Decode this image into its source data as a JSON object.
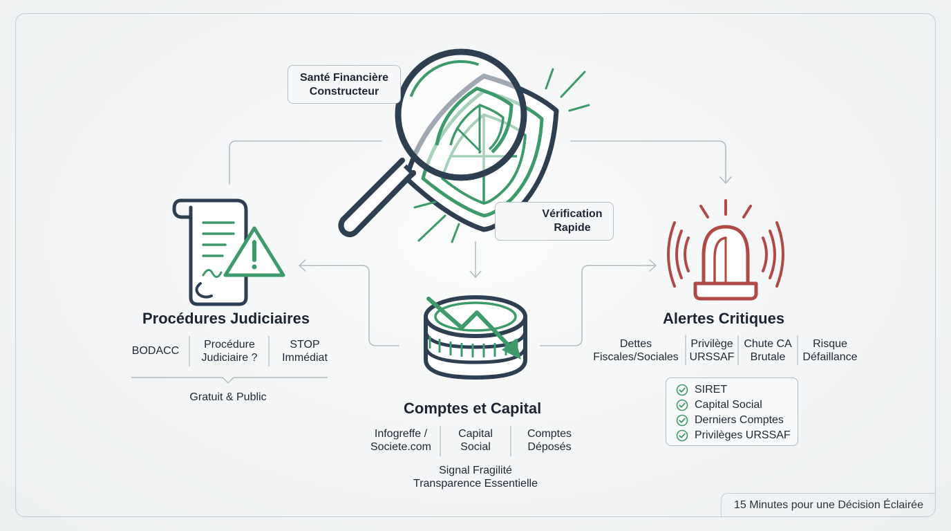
{
  "main_callout": {
    "line1": "Santé Financière",
    "line2": "Constructeur"
  },
  "verify_callout": {
    "line1": "Vérification",
    "line2": "Rapide"
  },
  "procedures": {
    "title": "Procédures Judiciaires",
    "items": [
      {
        "text": "BODACC"
      },
      {
        "line1": "Procédure",
        "line2": "Judiciaire ?"
      },
      {
        "line1": "STOP",
        "line2": "Immédiat"
      }
    ],
    "note": "Gratuit & Public"
  },
  "comptes": {
    "title": "Comptes et Capital",
    "items": [
      {
        "line1": "Infogreffe /",
        "line2": "Societe.com"
      },
      {
        "line1": "Capital",
        "line2": "Social"
      },
      {
        "line1": "Comptes",
        "line2": "Déposés"
      }
    ],
    "note_line1": "Signal Fragilité",
    "note_line2": "Transparence Essentielle"
  },
  "alertes": {
    "title": "Alertes Critiques",
    "items": [
      {
        "line1": "Dettes",
        "line2": "Fiscales/Sociales"
      },
      {
        "line1": "Privilège",
        "line2": "URSSAF"
      },
      {
        "line1": "Chute CA",
        "line2": "Brutale"
      },
      {
        "line1": "Risque",
        "line2": "Défaillance"
      }
    ],
    "checklist": [
      "SIRET",
      "Capital Social",
      "Derniers Comptes",
      "Privilèges URSSAF"
    ]
  },
  "footer": "15 Minutes pour une Décision Éclairée",
  "colors": {
    "green": "#3e9a6a",
    "navy": "#2e3f52",
    "red": "#b04a48",
    "gray": "#b4bac0"
  },
  "icons": [
    "magnifier-icon",
    "shield-icon",
    "document-warning-icon",
    "coin-stack-icon",
    "trend-down-icon",
    "alarm-siren-icon",
    "check-circle-icon"
  ]
}
